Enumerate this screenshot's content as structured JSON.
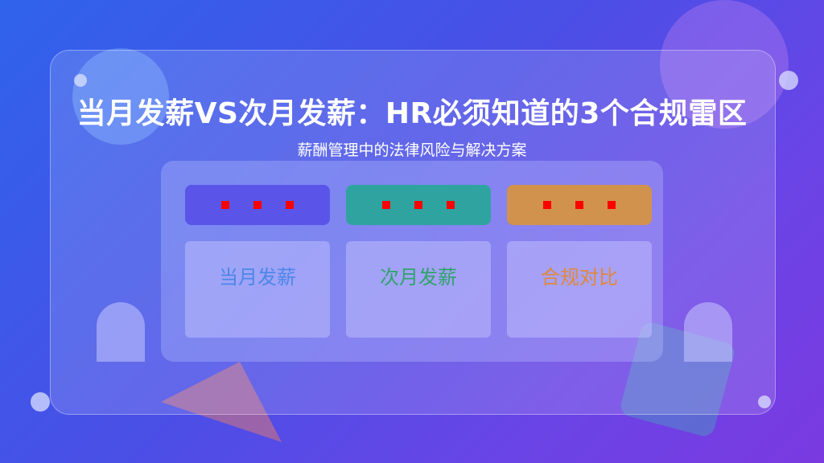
{
  "header": {
    "title": "当月发薪VS次月发薪：HR必须知道的3个合规雷区",
    "subtitle": "薪酬管理中的法律风险与解决方案"
  },
  "columns": [
    {
      "label": "当月发薪",
      "bar_color": "#5a55e8",
      "label_color": "#4c86e8"
    },
    {
      "label": "次月发薪",
      "bar_color": "#2fa3a0",
      "label_color": "#2fa36a"
    },
    {
      "label": "合规对比",
      "bar_color": "#d0924c",
      "label_color": "#e0883a"
    }
  ],
  "colors": {
    "marker": "#ff0000",
    "title_text": "#ffffff"
  }
}
